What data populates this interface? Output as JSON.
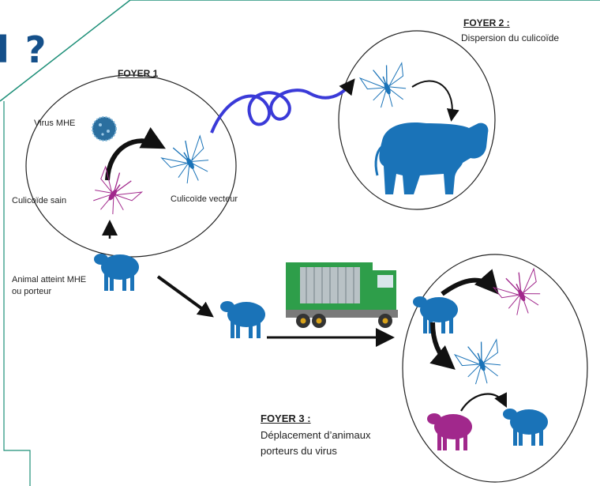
{
  "header": {
    "question_fragment": "l ?"
  },
  "foyer1": {
    "title": "FOYER 1",
    "virus_label": "Virus MHE",
    "healthy_midge_label": "Culicoïde sain",
    "vector_midge_label": "Culicoïde vecteur",
    "animal_label_line1": "Animal atteint MHE",
    "animal_label_line2": "ou porteur"
  },
  "foyer2": {
    "title": "FOYER 2 :",
    "subtitle": "Dispersion du culicoïde"
  },
  "foyer3": {
    "title": "FOYER 3 :",
    "subtitle_line1": "Déplacement d’animaux",
    "subtitle_line2": "porteurs du virus"
  },
  "colors": {
    "frame_teal": "#1d8f78",
    "animal_blue": "#1a73b8",
    "midge_purple": "#a1288c",
    "flight_path_blue": "#3a3ad8",
    "truck_green": "#2e9e4a",
    "title_blue": "#15508a"
  },
  "icons": [
    "mosquito-icon",
    "sheep-icon",
    "cow-icon",
    "truck-icon",
    "virus-icon",
    "arrow-icon"
  ]
}
